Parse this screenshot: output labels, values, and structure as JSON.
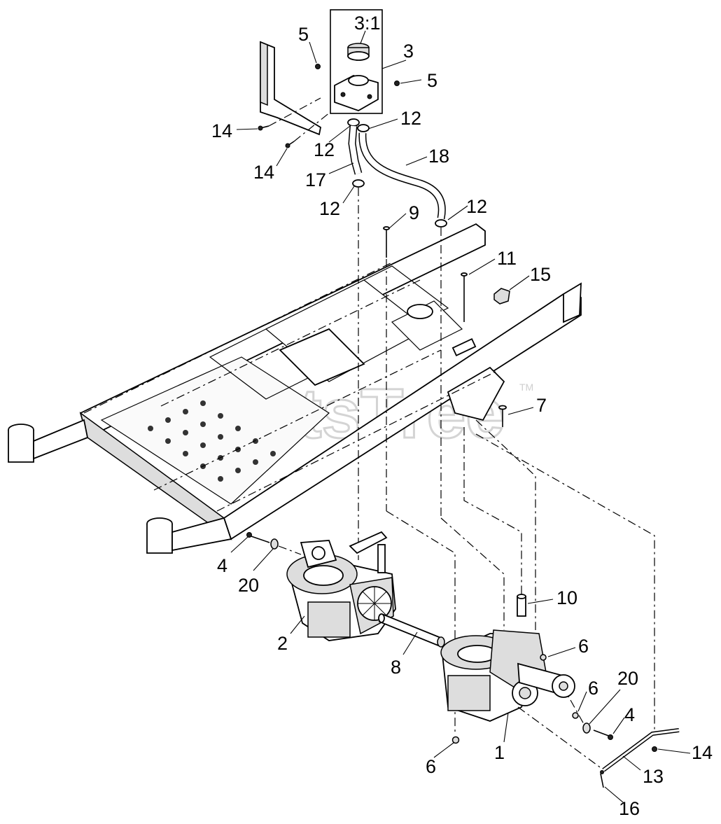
{
  "watermark": {
    "text": "PartsTree",
    "trademark": "TM"
  },
  "callouts": {
    "c1": "1",
    "c2": "2",
    "c3": "3",
    "c3_1": "3:1",
    "c4a": "4",
    "c4b": "4",
    "c5a": "5",
    "c5b": "5",
    "c6a": "6",
    "c6b": "6",
    "c6c": "6",
    "c7": "7",
    "c8": "8",
    "c9": "9",
    "c10": "10",
    "c11": "11",
    "c12a": "12",
    "c12b": "12",
    "c12c": "12",
    "c12d": "12",
    "c13": "13",
    "c14a": "14",
    "c14b": "14",
    "c14c": "14",
    "c15": "15",
    "c16": "16",
    "c17": "17",
    "c18": "18",
    "c20a": "20",
    "c20b": "20"
  }
}
